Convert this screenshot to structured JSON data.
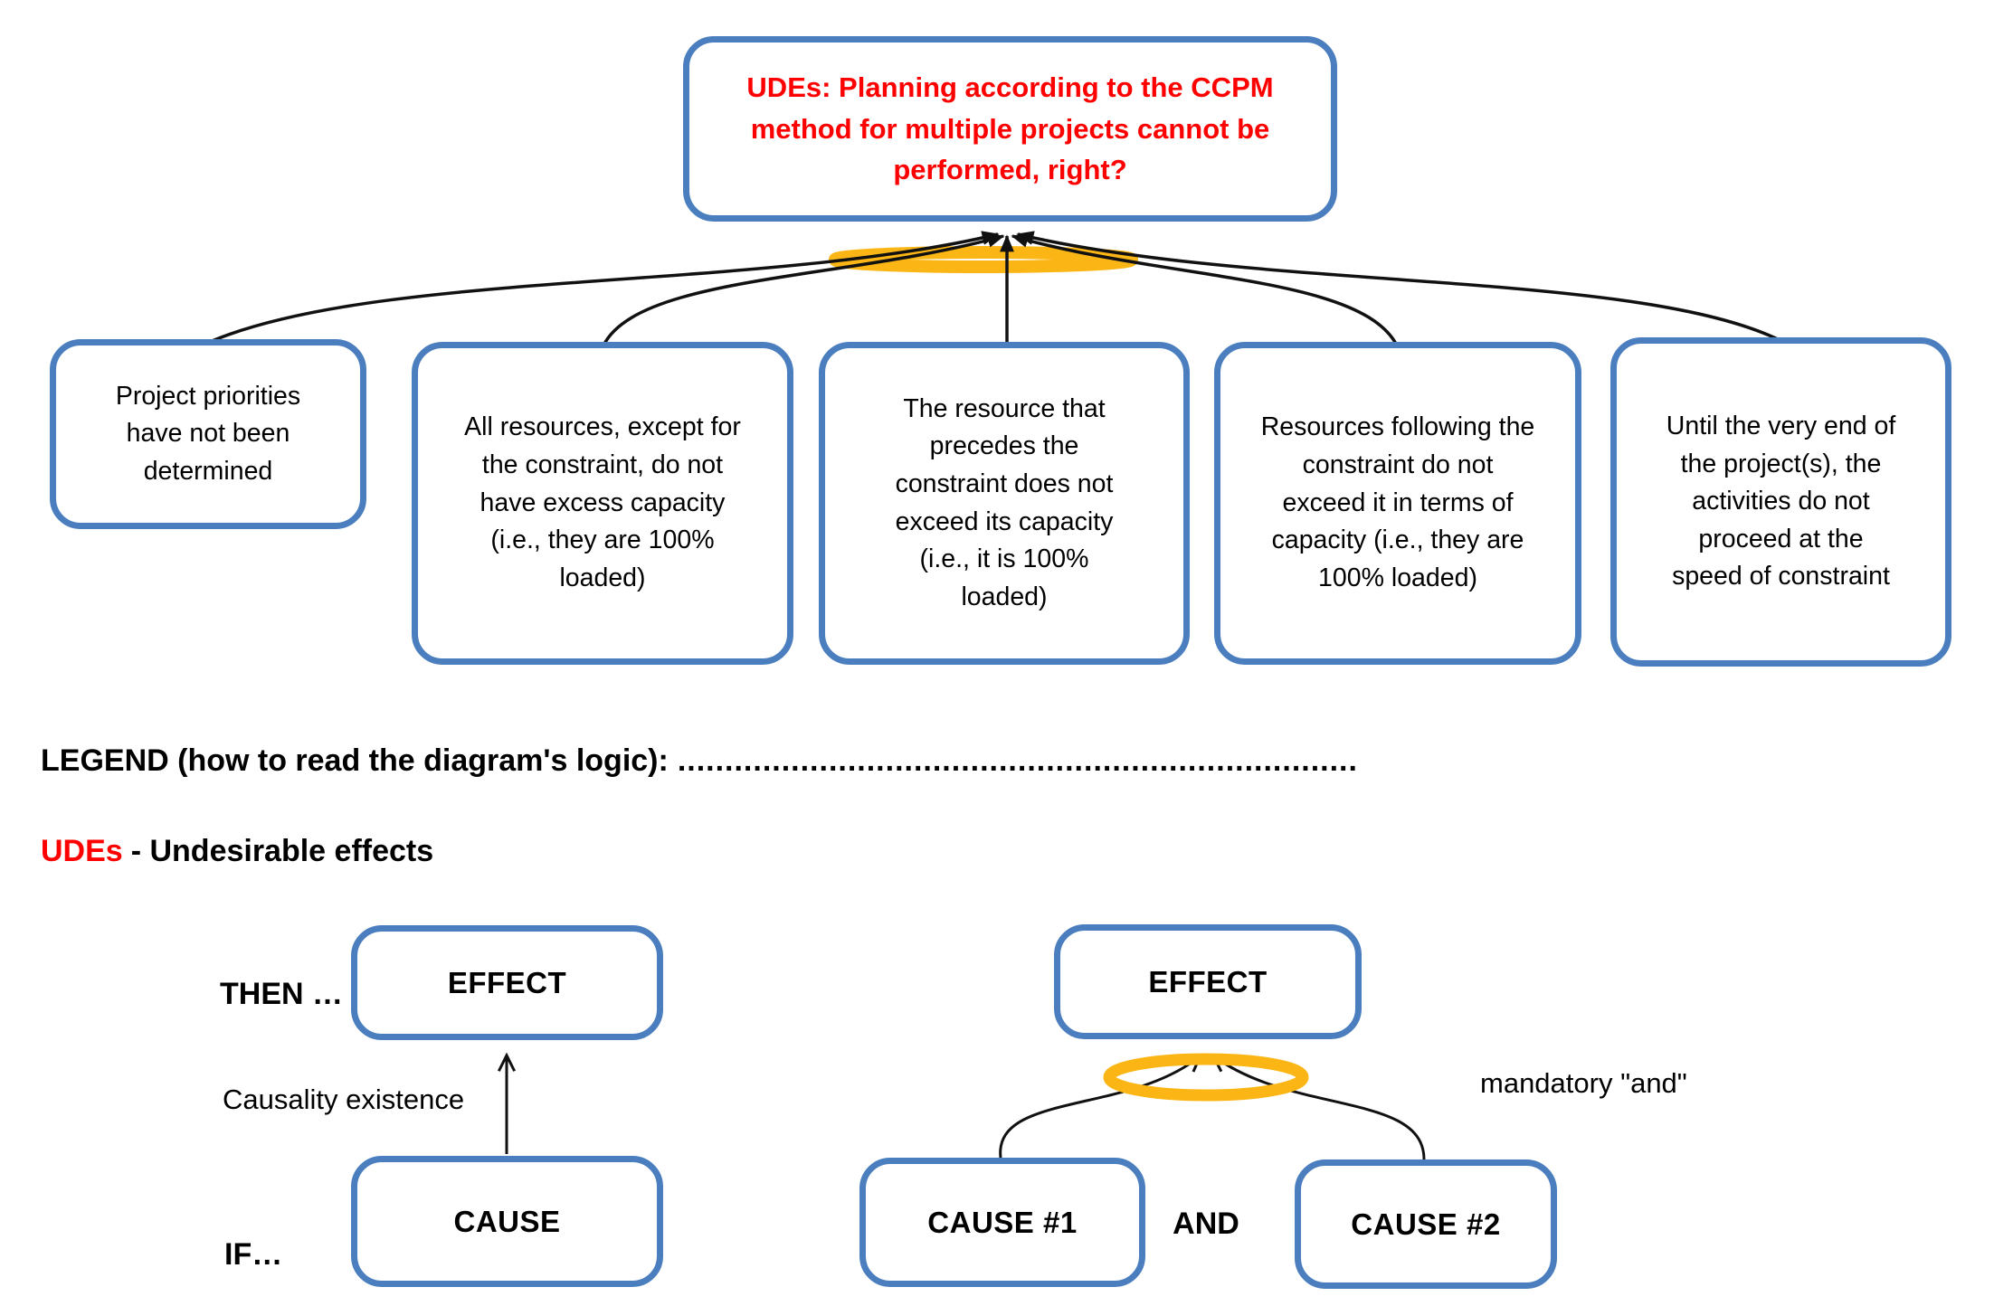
{
  "diagram": {
    "root": "UDEs: Planning according to the CCPM method for multiple projects cannot be performed, right?",
    "causes": [
      "Project priorities have not been determined",
      "All resources, except for the constraint, do not have excess capacity (i.e., they are 100% loaded)",
      "The resource that precedes the constraint does not exceed its capacity (i.e., it is 100% loaded)",
      "Resources following the constraint do not exceed it in terms of capacity (i.e., they are 100% loaded)",
      "Until the very end of the project(s), the activities do not proceed at the speed of constraint"
    ]
  },
  "legend": {
    "heading": "LEGEND (how to read the diagram's logic):",
    "dots": "........................................................................",
    "udes_term": "UDEs",
    "udes_rest": "- Undesirable effects",
    "then_label": "THEN …",
    "if_label": "IF…",
    "causality_label": "Causality existence",
    "simple": {
      "effect": "EFFECT",
      "cause": "CAUSE"
    },
    "and_rule": {
      "effect": "EFFECT",
      "cause1": "CAUSE #1",
      "and": "AND",
      "cause2": "CAUSE #2",
      "note": "mandatory \"and\""
    }
  },
  "colors": {
    "blue": "#4a7ebf",
    "orange": "#fbb615",
    "red": "#fe0000",
    "black": "#111111"
  }
}
